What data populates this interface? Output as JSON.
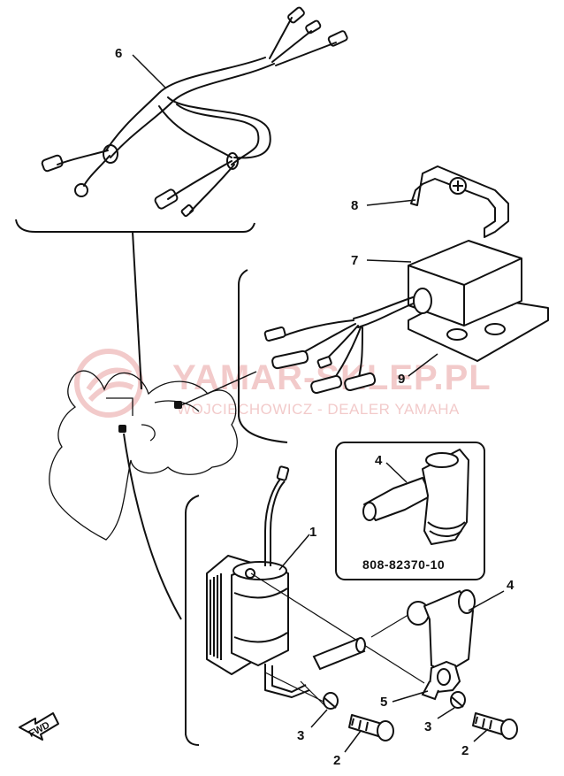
{
  "diagram": {
    "callouts": [
      {
        "id": "c6",
        "label": "6"
      },
      {
        "id": "c8",
        "label": "8"
      },
      {
        "id": "c7",
        "label": "7"
      },
      {
        "id": "c9",
        "label": "9"
      },
      {
        "id": "c4a",
        "label": "4"
      },
      {
        "id": "c1",
        "label": "1"
      },
      {
        "id": "c4b",
        "label": "4"
      },
      {
        "id": "c5",
        "label": "5"
      },
      {
        "id": "c3a",
        "label": "3"
      },
      {
        "id": "c3b",
        "label": "3"
      },
      {
        "id": "c2a",
        "label": "2"
      },
      {
        "id": "c2b",
        "label": "2"
      }
    ],
    "inset_part_number": "808-82370-10",
    "direction_label": "FWD"
  },
  "watermark": {
    "title": "YAMAR-SKLEP.PL",
    "subtitle": "WOJCIECHOWICZ - DEALER YAMAHA",
    "color": "#e8a0a0"
  },
  "colors": {
    "line": "#111111",
    "watermark": "#e8a0a0"
  }
}
